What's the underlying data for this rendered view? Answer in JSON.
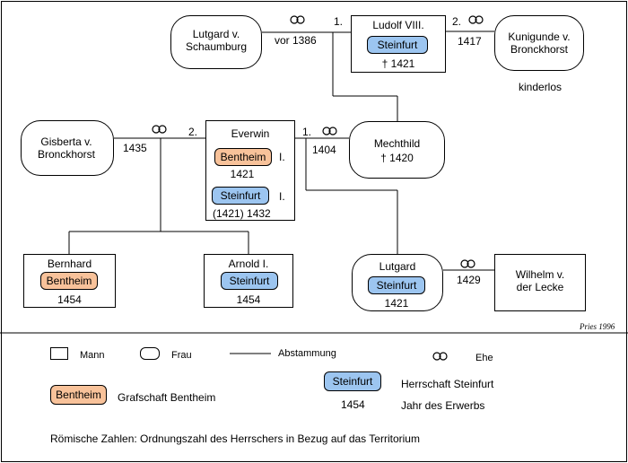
{
  "people": {
    "lutgard_schaumburg": {
      "name": "Lutgard v.\nSchaumburg"
    },
    "ludolf": {
      "name": "Ludolf VIII.",
      "badge": "Steinfurt",
      "year": "† 1421"
    },
    "kunigunde": {
      "name": "Kunigunde v.\nBronckhorst",
      "note": "kinderlos"
    },
    "gisberta": {
      "name": "Gisberta v.\nBronckhorst"
    },
    "everwin": {
      "name": "Everwin",
      "badge1": "Bentheim",
      "ord1": "I.",
      "year1": "1421",
      "badge2": "Steinfurt",
      "ord2": "I.",
      "year2": "(1421) 1432"
    },
    "mechthild": {
      "name": "Mechthild",
      "year": "† 1420"
    },
    "bernhard": {
      "name": "Bernhard",
      "badge": "Bentheim",
      "year": "1454"
    },
    "arnold": {
      "name": "Arnold I.",
      "badge": "Steinfurt",
      "year": "1454"
    },
    "lutgard": {
      "name": "Lutgard",
      "badge": "Steinfurt",
      "year": "1421"
    },
    "wilhelm": {
      "name": "Wilhelm v.\nder Lecke"
    }
  },
  "marriages": {
    "ludolf_lutgard": {
      "number": "1.",
      "year": "vor 1386"
    },
    "ludolf_kunigunde": {
      "number": "2.",
      "year": "1417"
    },
    "everwin_gisberta": {
      "number": "2.",
      "year": "1435"
    },
    "everwin_mechthild": {
      "number": "1.",
      "year": "1404"
    },
    "lutgard_wilhelm": {
      "year": "1429"
    }
  },
  "credit": "Pries 1996",
  "legend": {
    "mann": "Mann",
    "frau": "Frau",
    "abstammung": "Abstammung",
    "ehe": "Ehe",
    "bentheim_badge": "Bentheim",
    "bentheim_label": "Grafschaft Bentheim",
    "steinfurt_badge": "Steinfurt",
    "steinfurt_label": "Herrschaft Steinfurt",
    "year_example": "1454",
    "year_label": "Jahr des Erwerbs",
    "roman_note": "Römische Zahlen: Ordnungszahl des Herrschers in Bezug auf das Territorium"
  },
  "colors": {
    "steinfurt": "#9cc5f0",
    "bentheim": "#f8c29a"
  }
}
